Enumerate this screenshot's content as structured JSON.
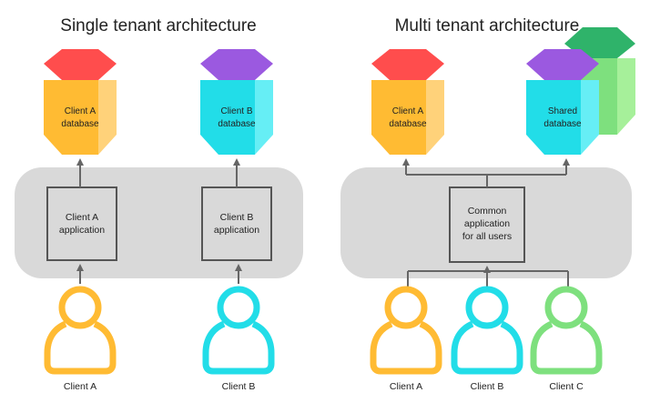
{
  "colors": {
    "panel": "#d9d9d9",
    "arrow": "#666666",
    "orange_front": "#ffbb33",
    "orange_side": "#ffd27a",
    "red_top": "#ff4d4d",
    "cyan_front": "#22dde8",
    "cyan_side": "#66eef5",
    "purple_top": "#9b59e0",
    "green_back": "#7ee07e",
    "green_top": "#2fb36a",
    "client_orange": "#ffbb33",
    "client_cyan": "#22dde8",
    "client_green": "#7ee07e"
  },
  "single": {
    "title": "Single tenant architecture",
    "db_a_line1": "Client A",
    "db_a_line2": "database",
    "db_b_line1": "Client B",
    "db_b_line2": "database",
    "app_a_line1": "Client A",
    "app_a_line2": "application",
    "app_b_line1": "Client B",
    "app_b_line2": "application",
    "client_a": "Client A",
    "client_b": "Client B"
  },
  "multi": {
    "title": "Multi tenant architecture",
    "db_a_line1": "Client A",
    "db_a_line2": "database",
    "db_shared_line1": "Shared",
    "db_shared_line2": "database",
    "app_line1": "Common",
    "app_line2": "application",
    "app_line3": "for all users",
    "client_a": "Client A",
    "client_b": "Client B",
    "client_c": "Client C"
  }
}
